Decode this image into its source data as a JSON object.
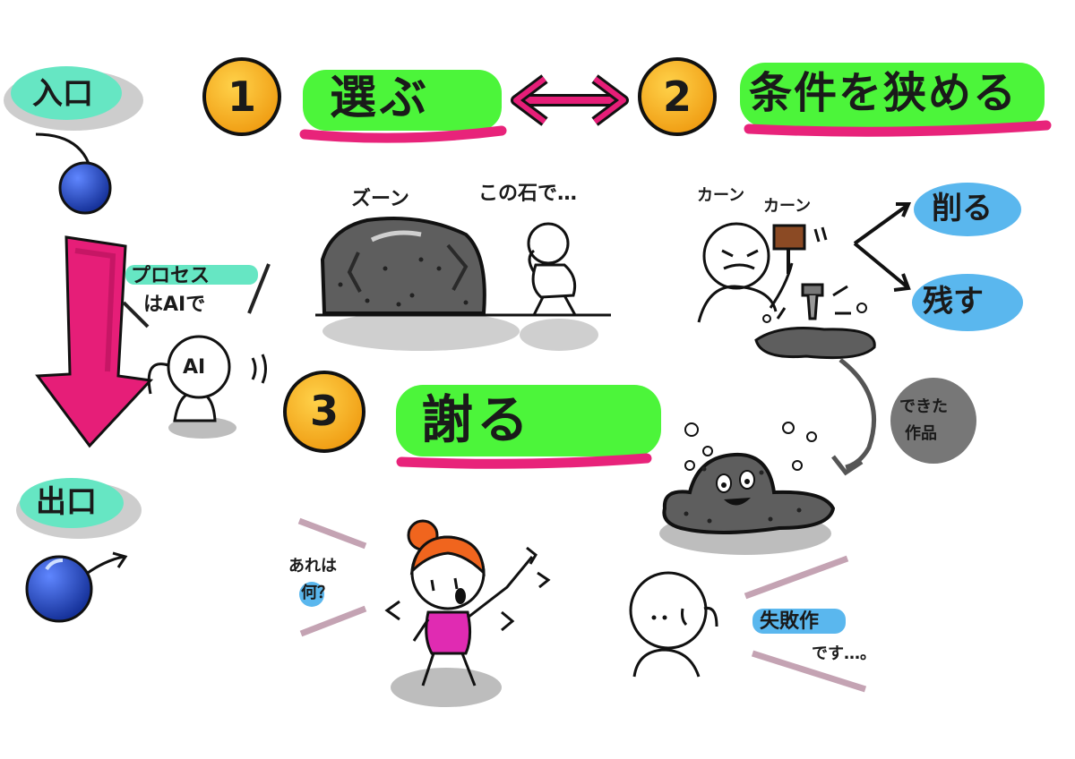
{
  "colors": {
    "highlight_green": "#4cf53a",
    "underline_pink": "#e8237a",
    "arrow_pink": "#e61e78",
    "badge_orange": "#f6a81b",
    "blue_ball": "#2048c8",
    "blue_bubble": "#5ab7ee",
    "rock_gray": "#5e5e5e",
    "mint": "#66e6c3",
    "shirt_magenta": "#e02bb2",
    "hair_orange": "#f0651e"
  },
  "left_flow": {
    "entrance": "入口",
    "process_line1": "プロセス",
    "process_line2": "はAIで",
    "robot_label": "AI",
    "exit": "出口"
  },
  "step1": {
    "number": "1",
    "title": "選ぶ"
  },
  "step2": {
    "number": "2",
    "title": "条件を狭める"
  },
  "step3": {
    "number": "3",
    "title": "謝る"
  },
  "scene1": {
    "sound": "ズーン",
    "thought": "この石で…"
  },
  "scene2": {
    "sound_a": "カーン",
    "sound_b": "カーン",
    "cut": "削る",
    "keep": "残す"
  },
  "scene3": {
    "finished_line1": "できた",
    "finished_line2": "作品",
    "question_line1": "あれは",
    "question_line2": "何？",
    "failure_line1": "失敗作",
    "failure_line2": "です…。"
  },
  "icons": [
    "arrow-down-icon",
    "double-arrow-icon",
    "hammer-icon",
    "chisel-icon",
    "robot-icon"
  ]
}
